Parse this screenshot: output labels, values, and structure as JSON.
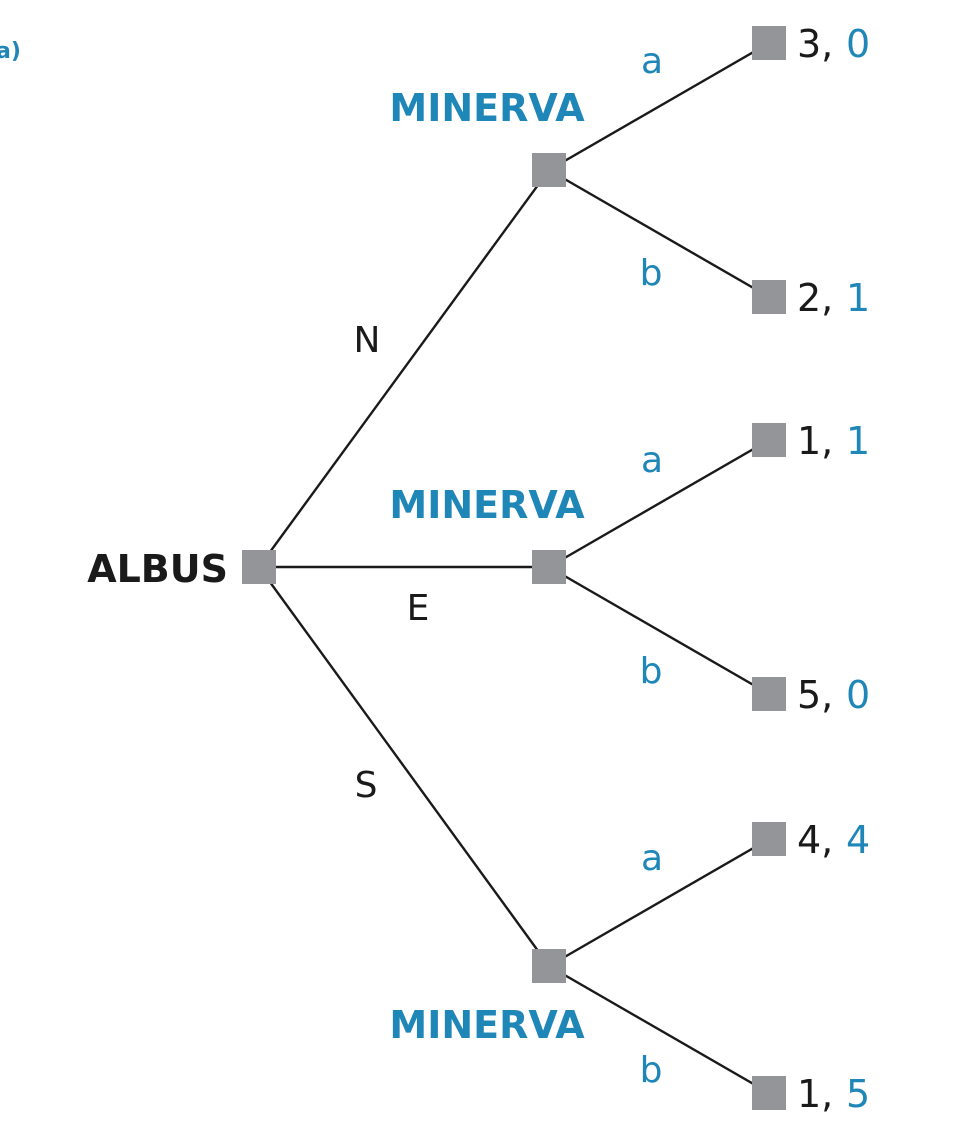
{
  "panel_label": "a)",
  "root": {
    "player": "ALBUS",
    "moves": [
      "N",
      "E",
      "S"
    ]
  },
  "subgames": [
    {
      "player": "MINERVA",
      "moves": [
        "a",
        "b"
      ],
      "payoffs": [
        {
          "p1": "3,",
          "p2": "0"
        },
        {
          "p1": "2,",
          "p2": "1"
        }
      ]
    },
    {
      "player": "MINERVA",
      "moves": [
        "a",
        "b"
      ],
      "payoffs": [
        {
          "p1": "1,",
          "p2": "1"
        },
        {
          "p1": "5,",
          "p2": "0"
        }
      ]
    },
    {
      "player": "MINERVA",
      "moves": [
        "a",
        "b"
      ],
      "payoffs": [
        {
          "p1": "4,",
          "p2": "4"
        },
        {
          "p1": "1,",
          "p2": "5"
        }
      ]
    }
  ],
  "colors": {
    "player1": "#1a1a1a",
    "player2": "#1f86b8",
    "node": "#939598"
  }
}
